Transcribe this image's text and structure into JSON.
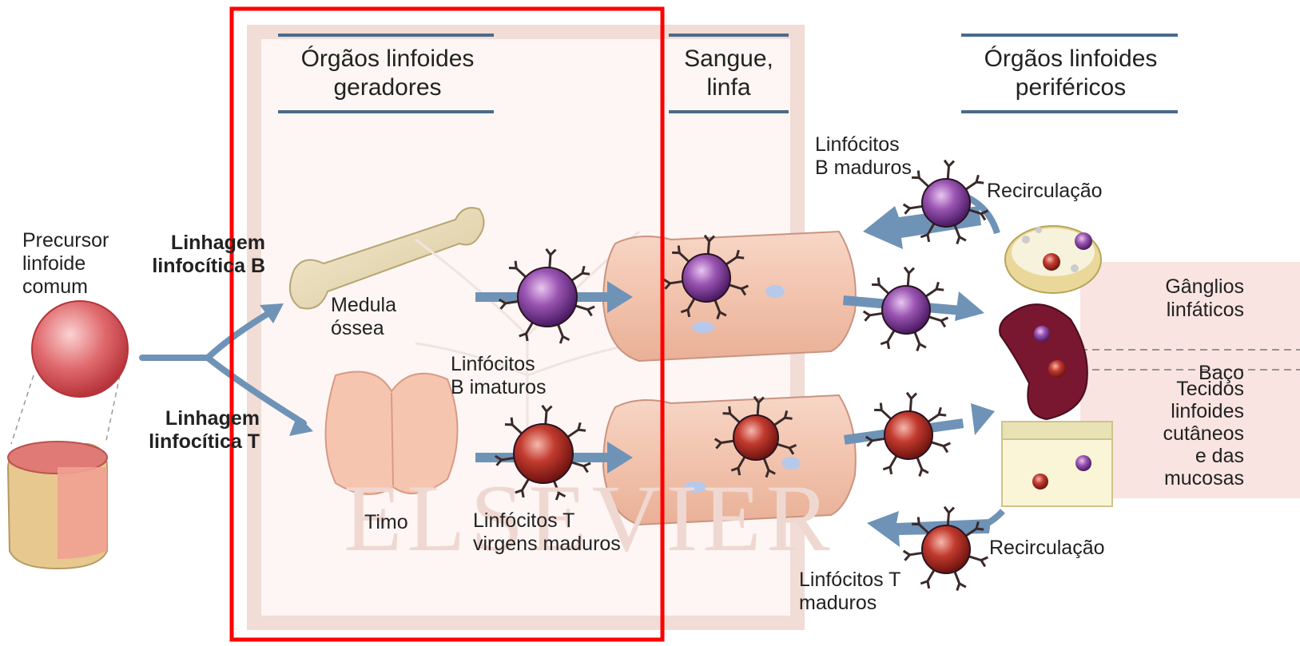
{
  "headers": {
    "generating": [
      "Órgãos linfoides",
      "geradores"
    ],
    "blood": [
      "Sangue,",
      "linfa"
    ],
    "peripheral": [
      "Órgãos linfoides",
      "periféricos"
    ]
  },
  "labels": {
    "precursor": [
      "Precursor",
      "linfoide",
      "comum"
    ],
    "lineage_b": [
      "Linhagem",
      "linfocítica B"
    ],
    "lineage_t": [
      "Linhagem",
      "linfocítica T"
    ],
    "bone_marrow": [
      "Medula",
      "óssea"
    ],
    "thymus": "Timo",
    "immature_b": [
      "Linfócitos",
      "B imaturos"
    ],
    "naive_t": [
      "Linfócitos T",
      "virgens maduros"
    ],
    "mature_b": [
      "Linfócitos",
      "B maduros"
    ],
    "mature_t": [
      "Linfócitos T",
      "maduros"
    ],
    "recirculation_top": "Recirculação",
    "recirculation_bottom": "Recirculação",
    "lymph_nodes": [
      "Gânglios",
      "linfáticos"
    ],
    "spleen": "Baço",
    "mucosal": [
      "Tecidos",
      "linfoides",
      "cutâneos",
      "e das",
      "mucosas"
    ]
  },
  "watermark": "ELSEVIER",
  "colors": {
    "highlight_box": "#ff0000",
    "arrow": "#6f93b6",
    "header_rule": "#4a6a8a",
    "b_cell": "#7a3a92",
    "t_cell": "#b3221c",
    "precursor": "#d9535a",
    "side_panel": "#f9e4e1"
  }
}
